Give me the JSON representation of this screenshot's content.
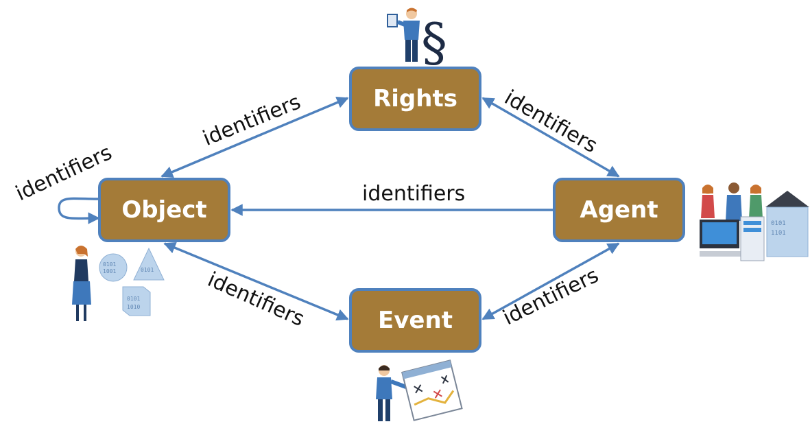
{
  "nodes": {
    "rights": "Rights",
    "object": "Object",
    "agent": "Agent",
    "event": "Event"
  },
  "edges": {
    "object_rights": "identifiers",
    "rights_agent": "identifiers",
    "agent_object": "identifiers",
    "object_event": "identifiers",
    "agent_event": "identifiers",
    "object_self": "identifiers"
  },
  "colors": {
    "node_fill": "#a47b38",
    "node_border": "#4f81bd",
    "node_text": "#ffffff",
    "arrow": "#4f81bd"
  },
  "icons": {
    "rights": "person-reading-law-book-icon",
    "object": "person-with-data-shapes-icon",
    "agent": "people-computer-server-icon",
    "event": "person-with-calendar-icon"
  }
}
